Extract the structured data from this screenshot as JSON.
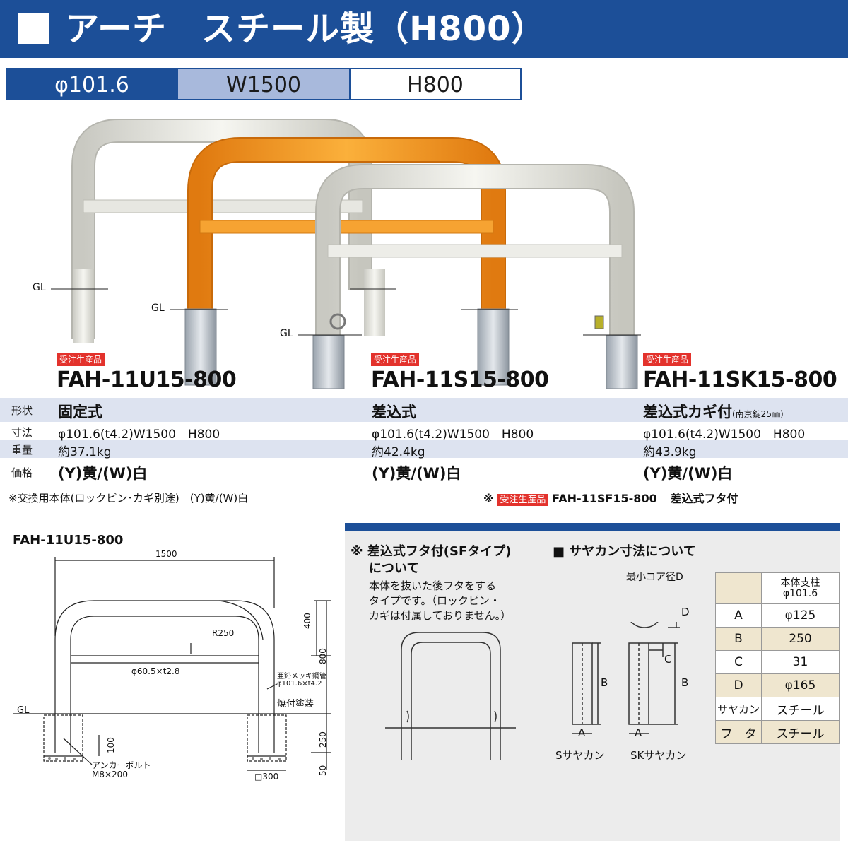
{
  "header": {
    "title": "アーチ　スチール製（H800）"
  },
  "specbar": {
    "diameter": "φ101.6",
    "width": "W1500",
    "height": "H800"
  },
  "photo": {
    "gl": "GL",
    "made_to_order": "受注生産品"
  },
  "products": [
    {
      "model": "FAH-11U15-800",
      "type": "固定式",
      "size": "φ101.6(t4.2)W1500　H800",
      "weight": "約37.1kg",
      "price": "(Y)黄/(W)白"
    },
    {
      "model": "FAH-11S15-800",
      "type": "差込式",
      "size": "φ101.6(t4.2)W1500　H800",
      "weight": "約42.4kg",
      "price": "(Y)黄/(W)白"
    },
    {
      "model": "FAH-11SK15-800",
      "type": "差込式カギ付",
      "type_note": "(南京錠25㎜)",
      "size": "φ101.6(t4.2)W1500　H800",
      "weight": "約43.9kg",
      "price": "(Y)黄/(W)白"
    }
  ],
  "row_labels": {
    "type": "形状",
    "size": "寸法",
    "weight": "重量",
    "price": "価格"
  },
  "notes": {
    "replacement": "※交換用本体(ロックピン･カギ別途)　(Y)黄/(W)白",
    "mark": "※",
    "sf_model": "FAH-11SF15-800",
    "sf_desc": "差込式フタ付"
  },
  "drawing": {
    "title": "FAH-11U15-800",
    "width": "1500",
    "r250": "R250",
    "d400": "400",
    "d800": "800",
    "d250": "250",
    "d100": "100",
    "d50": "50",
    "d300": "□300",
    "pipe": "φ60.5×t2.8",
    "main_pipe_1": "亜鉛メッキ鋼管",
    "main_pipe_2": "φ101.6×t4.2",
    "paint": "焼付塗装",
    "gl": "GL",
    "anchor_1": "アンカーボルト",
    "anchor_2": "M8×200"
  },
  "sf_panel": {
    "heading_1": "※ 差込式フタ付(SFタイプ)",
    "heading_2": "について",
    "body_1": "本体を抜いた後フタをする",
    "body_2": "タイプです。（ロックピン・",
    "body_3": "カギは付属しておりません。）"
  },
  "sayakan": {
    "heading": "■ サヤカン寸法について",
    "core_label": "最小コア径D",
    "s_label": "Sサヤカン",
    "sk_label": "SKサヤカン",
    "letters": {
      "a": "A",
      "b": "B",
      "c": "C",
      "d": "D"
    },
    "table_header_1": "本体支柱",
    "table_header_2": "φ101.6",
    "rows": [
      {
        "key": "A",
        "val": "φ125"
      },
      {
        "key": "B",
        "val": "250"
      },
      {
        "key": "C",
        "val": "31"
      },
      {
        "key": "D",
        "val": "φ165"
      },
      {
        "key": "サヤカン",
        "val": "スチール"
      },
      {
        "key": "フ　タ",
        "val": "スチール"
      }
    ]
  },
  "colors": {
    "navy": "#1c4f98",
    "light_blue": "#a8b9dc",
    "orange": "#f39a1e",
    "red_badge": "#e3322c",
    "panel_gray": "#ececec"
  }
}
